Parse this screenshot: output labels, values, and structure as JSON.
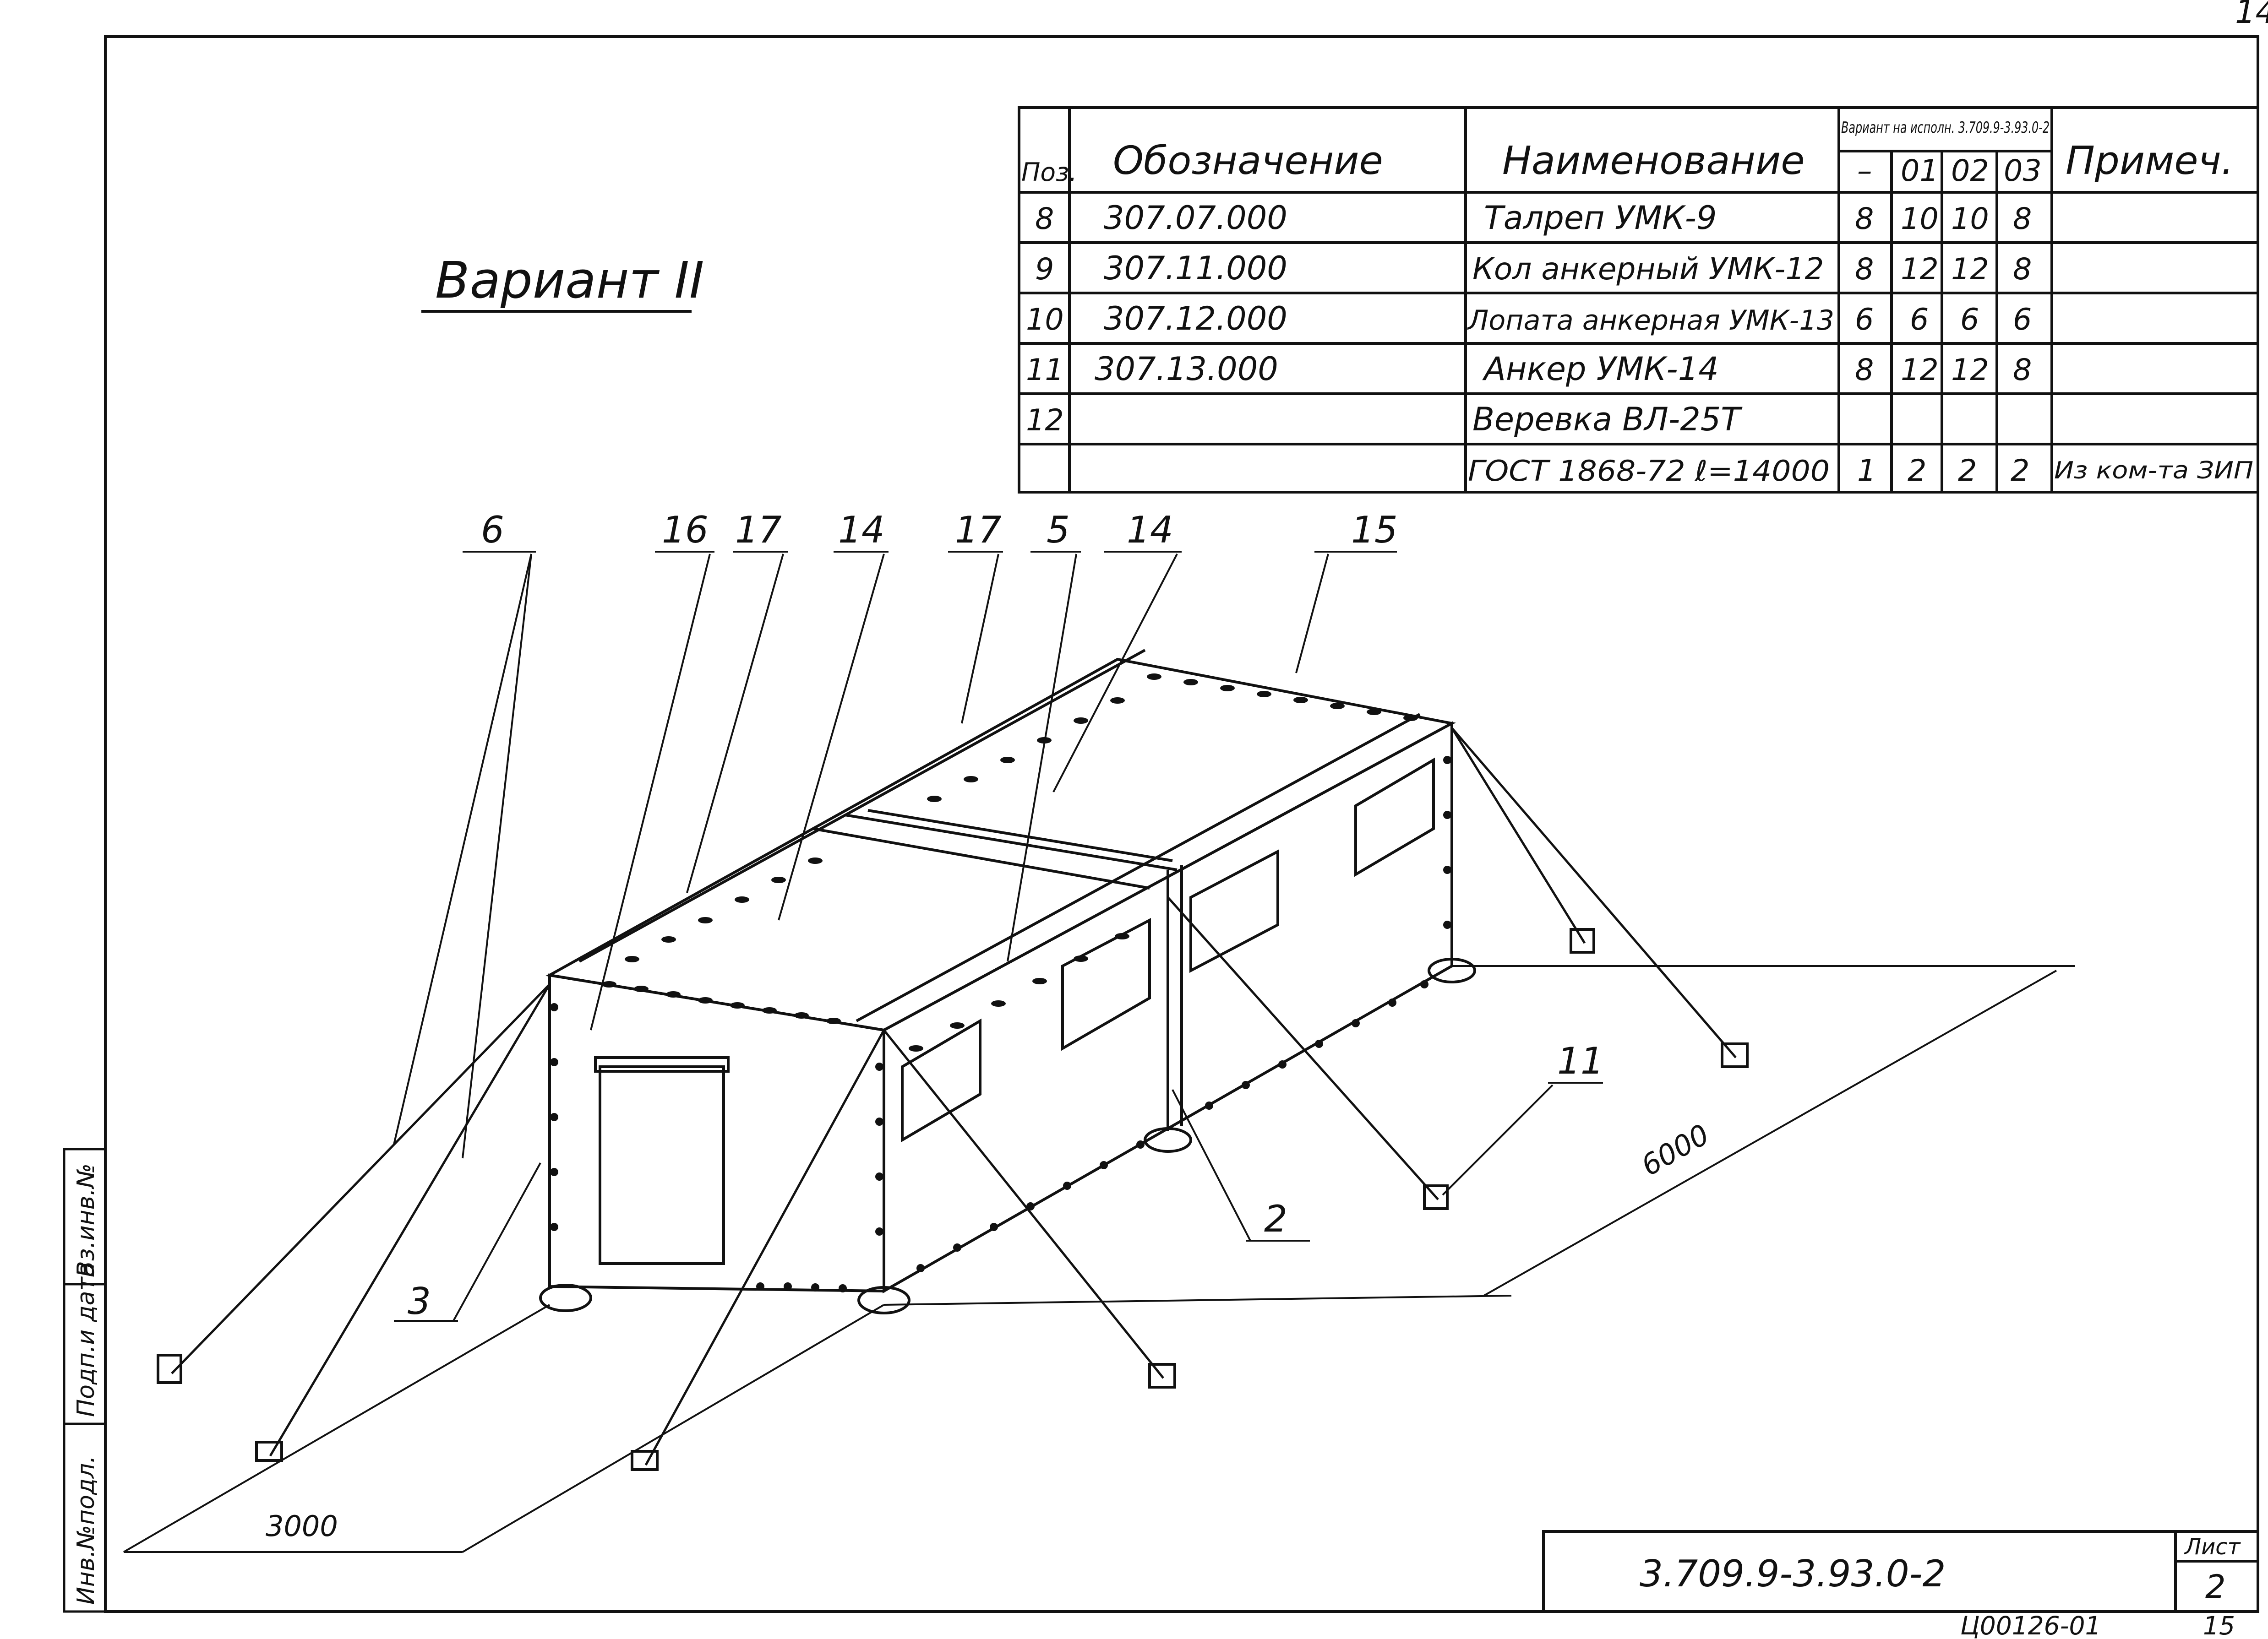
{
  "page": {
    "corner_number": "14",
    "bottom_code": "Ц00126-01",
    "bottom_sheet": "15"
  },
  "title": "Вариант II",
  "spec_table": {
    "headers": {
      "pos": "Поз.",
      "designation": "Обозначение",
      "name": "Наименование",
      "variant_group": "Вариант на исполн. 3.709.9-3.93.0-2",
      "variants": [
        "–",
        "01",
        "02",
        "03"
      ],
      "note": "Примеч."
    },
    "rows": [
      {
        "pos": "8",
        "designation": "307.07.000",
        "name": "Талреп УМК-9",
        "v": [
          "8",
          "10",
          "10",
          "8"
        ],
        "note": ""
      },
      {
        "pos": "9",
        "designation": "307.11.000",
        "name": "Кол анкерный УМК-12",
        "v": [
          "8",
          "12",
          "12",
          "8"
        ],
        "note": ""
      },
      {
        "pos": "10",
        "designation": "307.12.000",
        "name": "Лопата анкерная УМК-13",
        "v": [
          "6",
          "6",
          "6",
          "6"
        ],
        "note": ""
      },
      {
        "pos": "11",
        "designation": "307.13.000",
        "name": "Анкер УМК-14",
        "v": [
          "8",
          "12",
          "12",
          "8"
        ],
        "note": ""
      },
      {
        "pos": "12",
        "designation": "",
        "name": "Веревка ВЛ-25Т",
        "v": [
          "",
          "",
          "",
          ""
        ],
        "note": ""
      },
      {
        "pos": "",
        "designation": "",
        "name": "ГОСТ 1868-72 ℓ=14000",
        "v": [
          "1",
          "2",
          "2",
          "2"
        ],
        "note": "Из ком-та ЗИП"
      }
    ]
  },
  "callouts": [
    "6",
    "16",
    "17",
    "14",
    "17",
    "5",
    "14",
    "15",
    "11",
    "2",
    "3"
  ],
  "dimensions": {
    "width": "3000",
    "length": "6000"
  },
  "side_stamp": [
    "Инв.№подл.",
    "Подп.и дата",
    "Вз.инв.№"
  ],
  "title_block": {
    "doc_number": "3.709.9-3.93.0-2",
    "sheet_label": "Лист",
    "sheet_number": "2"
  }
}
